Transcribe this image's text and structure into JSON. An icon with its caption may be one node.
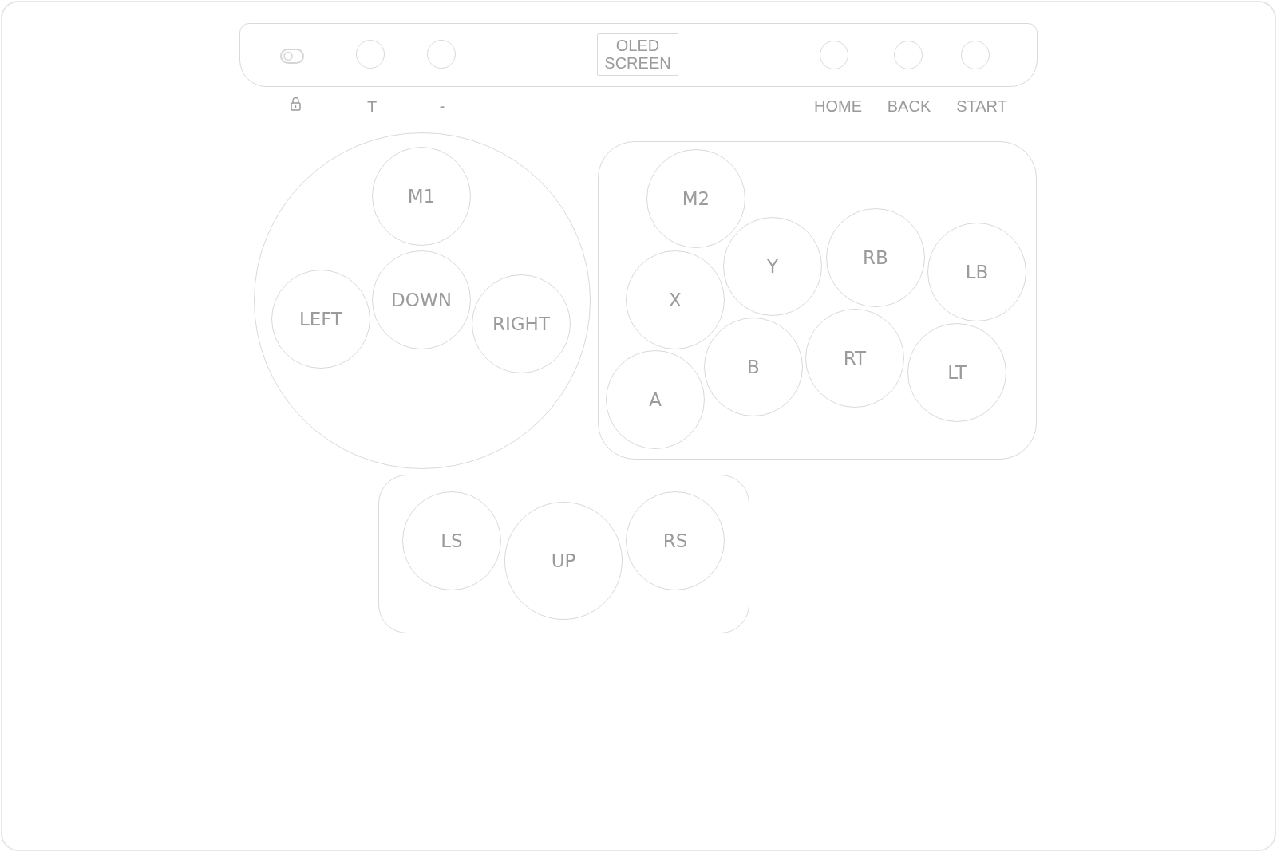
{
  "diagram": {
    "nodes": [
      {
        "text": [],
        "shape": "box"
      },
      {
        "text": [],
        "shape": "circle",
        "in": 0,
        "beside": [
          "T"
        ]
      },
      {
        "text": [],
        "shape": "circle",
        "in": 0,
        "beside": [
          "-"
        ]
      },
      {
        "text": [
          "OLED SCREEN"
        ],
        "in": 0
      },
      {
        "text": [],
        "shape": "circle",
        "in": 0,
        "beside": [
          "HOME"
        ]
      },
      {
        "text": [],
        "shape": "circle",
        "in": 0,
        "beside": [
          "BACK"
        ]
      },
      {
        "text": [],
        "shape": "circle",
        "in": 0,
        "beside": [
          "START"
        ]
      },
      {
        "text": [],
        "shape": "circle"
      },
      {
        "text": [
          "M1"
        ],
        "in": 7
      },
      {
        "text": [
          "LEFT"
        ],
        "in": 7
      },
      {
        "text": [
          "DOWN"
        ],
        "in": 7
      },
      {
        "text": [
          "RIGHT"
        ],
        "in": 7
      },
      {
        "text": [],
        "shape": "box"
      },
      {
        "text": [
          "M2"
        ],
        "in": 12
      },
      {
        "text": [
          "X"
        ],
        "in": 12
      },
      {
        "text": [
          "Y"
        ],
        "in": 12
      },
      {
        "text": [
          "RB"
        ],
        "in": 12
      },
      {
        "text": [
          "LB"
        ],
        "in": 12
      },
      {
        "text": [
          "A"
        ],
        "in": 12
      },
      {
        "text": [
          "B"
        ],
        "in": 12
      },
      {
        "text": [
          "RT"
        ],
        "in": 12
      },
      {
        "text": [
          "LT"
        ],
        "in": 12
      },
      {
        "text": [],
        "shape": "box"
      },
      {
        "text": [
          "LS"
        ],
        "in": 22
      },
      {
        "text": [
          "UP"
        ],
        "in": 22
      },
      {
        "text": [
          "RS"
        ],
        "in": 22
      }
    ]
  }
}
